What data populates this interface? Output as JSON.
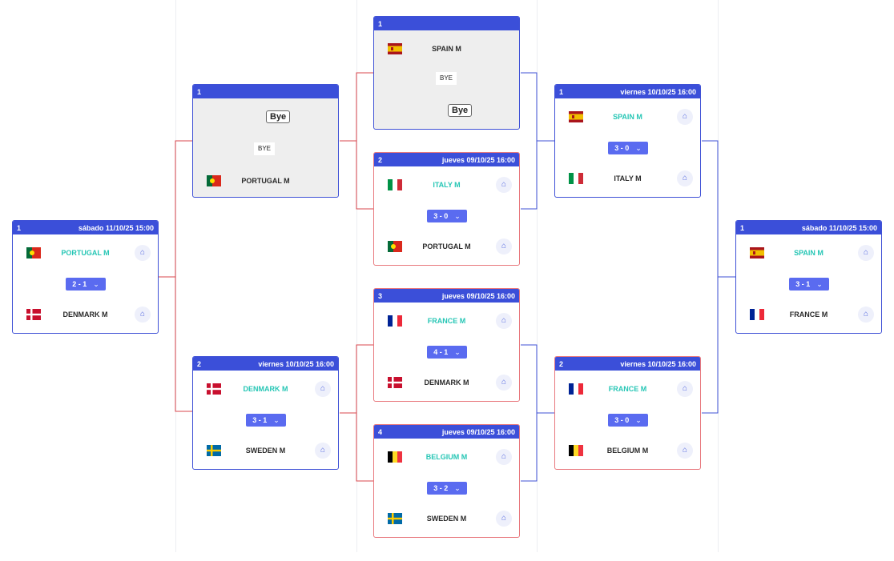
{
  "colors": {
    "header": "#3b4fd9",
    "winner_text": "#26c6b5",
    "loser_border": "#e8787d",
    "winner_border": "#3f51d6",
    "score_bg": "#5a6bf0"
  },
  "icons": {
    "home": "home-icon",
    "dropdown": "chevron-down-icon"
  },
  "matches": {
    "left_final": {
      "num": "1",
      "date": "sábado 11/10/25 15:00",
      "team1": "PORTUGAL M",
      "team2": "DENMARK M",
      "score": "2 - 1"
    },
    "semi_bye": {
      "num": "1",
      "date": "",
      "team1_badge": "Bye",
      "middle": "BYE",
      "team2": "PORTUGAL M"
    },
    "semi_2": {
      "num": "2",
      "date": "viernes 10/10/25 16:00",
      "team1": "DENMARK M",
      "team2": "SWEDEN M",
      "score": "3 - 1"
    },
    "qf_bye": {
      "num": "1",
      "date": "",
      "team1": "SPAIN M",
      "middle": "BYE",
      "team2_badge": "Bye"
    },
    "qf_2": {
      "num": "2",
      "date": "jueves 09/10/25 16:00",
      "team1": "ITALY M",
      "team2": "PORTUGAL M",
      "score": "3 - 0"
    },
    "qf_3": {
      "num": "3",
      "date": "jueves 09/10/25 16:00",
      "team1": "FRANCE M",
      "team2": "DENMARK M",
      "score": "4 - 1"
    },
    "qf_4": {
      "num": "4",
      "date": "jueves 09/10/25 16:00",
      "team1": "BELGIUM M",
      "team2": "SWEDEN M",
      "score": "3 - 2"
    },
    "semi_r1": {
      "num": "1",
      "date": "viernes 10/10/25 16:00",
      "team1": "SPAIN M",
      "team2": "ITALY M",
      "score": "3 - 0"
    },
    "semi_r2": {
      "num": "2",
      "date": "viernes 10/10/25 16:00",
      "team1": "FRANCE M",
      "team2": "BELGIUM M",
      "score": "3 - 0"
    },
    "right_final": {
      "num": "1",
      "date": "sábado 11/10/25 15:00",
      "team1": "SPAIN M",
      "team2": "FRANCE M",
      "score": "3 - 1"
    }
  }
}
